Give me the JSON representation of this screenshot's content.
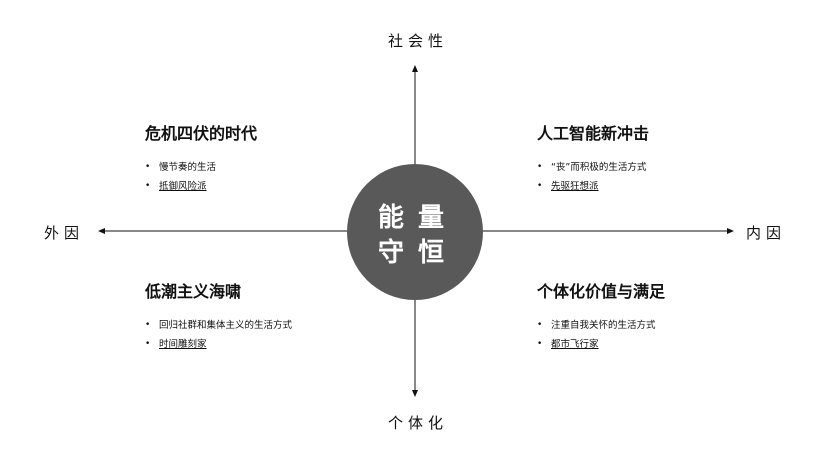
{
  "axes": {
    "top": "社会性",
    "bottom": "个体化",
    "left": "外因",
    "right": "内因"
  },
  "center": {
    "line1": "能量",
    "line2": "守恒",
    "color": "#595959"
  },
  "quadrants": {
    "top_left": {
      "title": "危机四伏的时代",
      "items": [
        "慢节奏的生活",
        "抵御风险派"
      ]
    },
    "top_right": {
      "title": "人工智能新冲击",
      "items": [
        "“丧”而积极的生活方式",
        "先驱狂想派"
      ]
    },
    "bottom_left": {
      "title": "低潮主义海啸",
      "items": [
        "回归社群和集体主义的生活方式",
        "时间雕刻家"
      ]
    },
    "bottom_right": {
      "title": "个体化价值与满足",
      "items": [
        "注重自我关怀的生活方式",
        "都市飞行家"
      ]
    }
  }
}
